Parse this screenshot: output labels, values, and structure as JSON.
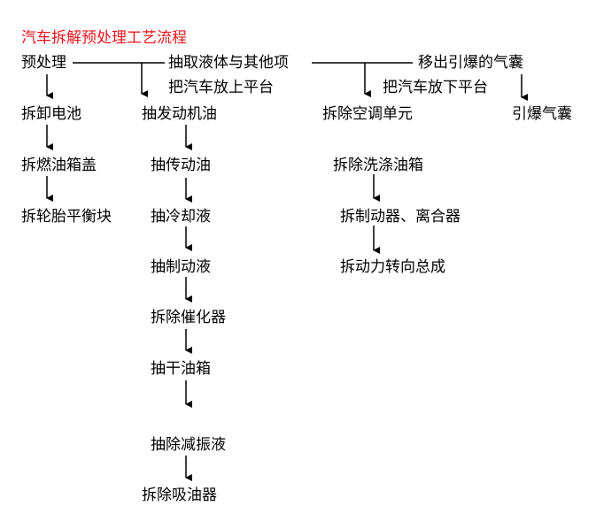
{
  "title": "汽车拆解预处理工艺流程",
  "colors": {
    "title": "#e8141c",
    "text": "#000000",
    "line": "#000000"
  },
  "steps": {
    "pre": "预处理",
    "extract": "抽取液体与其他项",
    "remove_airbag": "移出引爆的气囊",
    "raise_car": "把汽车放上平台",
    "lower_car": "把汽车放下平台",
    "battery": "拆卸电池",
    "fuel_cap": "拆燃油箱盖",
    "wheel_weight": "拆轮胎平衡块",
    "engine_oil": "抽发动机油",
    "trans_oil": "抽传动油",
    "coolant": "抽冷却液",
    "brake_fluid": "抽制动液",
    "catalyst": "拆除催化器",
    "fuel_tank": "抽干油箱",
    "damper_fluid": "抽除减振液",
    "oil_absorber": "拆除吸油器",
    "ac_unit": "拆除空调单元",
    "washer_tank": "拆除洗涤油箱",
    "brake_clutch": "拆制动器、离合器",
    "power_steering": "拆动力转向总成",
    "detonate_airbag": "引爆气囊"
  }
}
